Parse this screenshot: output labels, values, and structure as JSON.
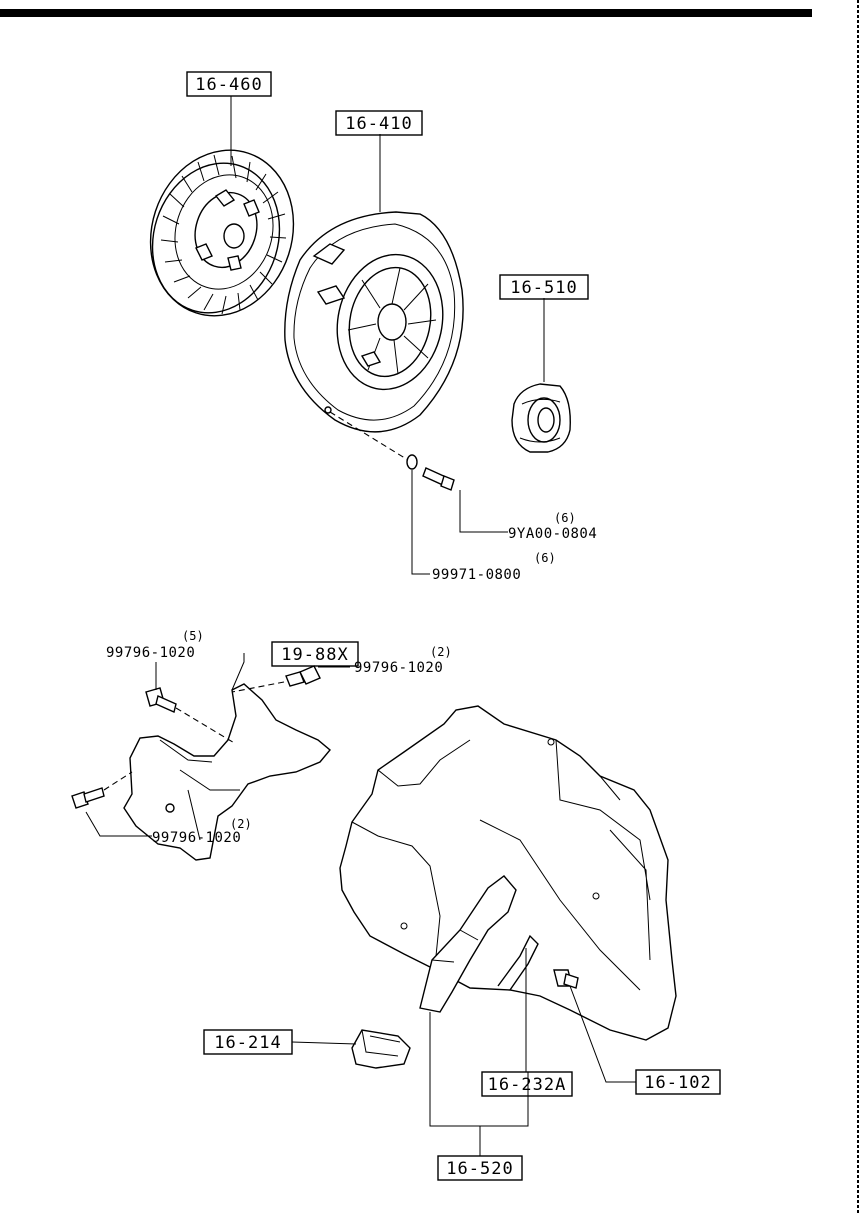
{
  "callouts": {
    "disc": "16-460",
    "cover": "16-410",
    "bearing": "16-510",
    "plate": "19-88X",
    "fork_bushing": "16-214",
    "spring": "16-232A",
    "pivot": "16-102",
    "fork": "16-520"
  },
  "parts": {
    "bolt_9ya": {
      "number": "9YA00-0804",
      "qty": "(6)"
    },
    "washer": {
      "number": "99971-0800",
      "qty": "(6)"
    },
    "bolt_top_left": {
      "number": "99796-1020",
      "qty": "(5)"
    },
    "bolt_right": {
      "number": "99796-1020",
      "qty": "(2)"
    },
    "bolt_bottom": {
      "number": "99796-1020",
      "qty": "(2)"
    }
  }
}
